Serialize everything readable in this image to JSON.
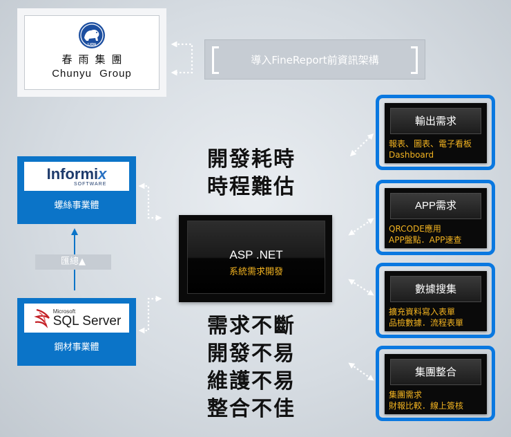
{
  "company": {
    "logo_text": "LION",
    "name_zh": "春雨集團",
    "name_en": "Chunyu Group"
  },
  "title": "導入FineReport前資訊架構",
  "left": {
    "informix": {
      "logo_word": "Informi",
      "logo_x": "x",
      "logo_sub": "SOFTWARE",
      "label": "螺絲事業體"
    },
    "summary_label": "匯總▲",
    "sqlserver": {
      "logo_small": "Microsoft",
      "logo_big": "SQL Server",
      "label": "鋼材事業體"
    }
  },
  "center": {
    "asp_title": "ASP .NET",
    "asp_sub": "系統需求開發",
    "top_lines": [
      "開發耗時",
      "時程難估"
    ],
    "bottom_lines": [
      "需求不斷",
      "開發不易",
      "維護不易",
      "整合不佳"
    ]
  },
  "requirements": [
    {
      "title": "輸出需求",
      "lines": [
        "報表、圖表、電子看板",
        "Dashboard"
      ]
    },
    {
      "title": "APP需求",
      "lines": [
        "QRCODE應用",
        "APP盤點．APP速查"
      ]
    },
    {
      "title": "數據搜集",
      "lines": [
        "擴充資料寫入表單",
        "品檢數據．流程表單"
      ]
    },
    {
      "title": "集團整合",
      "lines": [
        "集團需求",
        "財報比較．線上簽核"
      ]
    }
  ],
  "colors": {
    "entity_blue": "#0b74c8",
    "frame_blue": "#0a78e0",
    "accent_gold": "#f2b320",
    "connector_white": "#ffffff"
  },
  "icons": {
    "company_logo": "lion-icon",
    "informix_logo": "informix-logo",
    "sql_logo": "sql-server-logo"
  }
}
